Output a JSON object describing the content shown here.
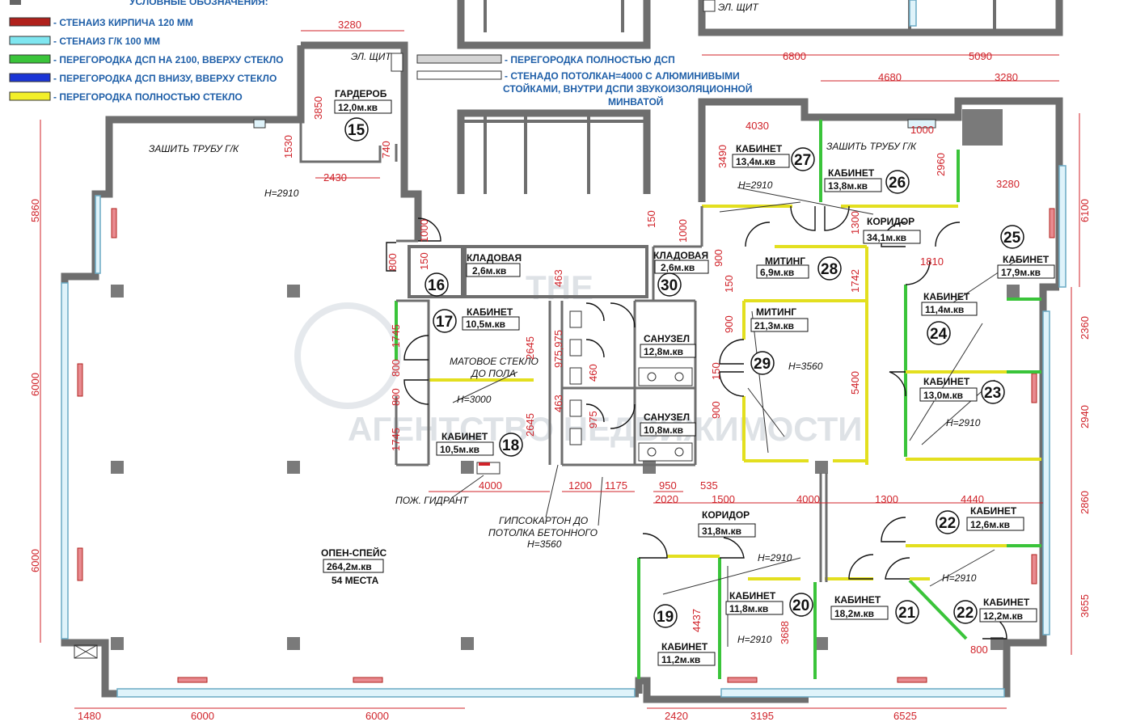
{
  "legend": {
    "title": "УСЛОВНЫЕ ОБОЗНАЧЕНИЯ:",
    "items": [
      {
        "label": "- СТЕНАИЗ КИРПИЧА 120 ММ",
        "color": "#b0211c"
      },
      {
        "label": "- СТЕНАИЗ Г/К 100 ММ",
        "color": "#7fe6f0"
      },
      {
        "label": "- ПЕРЕГОРОДКА ДСП НА 2100, ВВЕРХУ СТЕКЛО",
        "color": "#3ac43a"
      },
      {
        "label": "- ПЕРЕГОРОДКА ДСП ВНИЗУ, ВВЕРХУ СТЕКЛО",
        "color": "#1b35d6"
      },
      {
        "label": "- ПЕРЕГОРОДКА ПОЛНОСТЬЮ СТЕКЛО",
        "color": "#f2ef2a"
      }
    ],
    "items2": [
      {
        "label": "- ПЕРЕГОРОДКА ПОЛНОСТЬЮ ДСП",
        "color": "#d4d4d4"
      },
      {
        "label": "- СТЕНАДО ПОТОЛКАН=4000 С АЛЮМИНИВЫМИ",
        "color": "#ffffff"
      },
      {
        "label": "СТОЙКАМИ, ВНУТРИ ДСПИ ЗВУКОИЗОЛЯЦИОННОЙ",
        "color": ""
      },
      {
        "label": "МИНВАТОЙ",
        "color": ""
      }
    ]
  },
  "rooms": [
    {
      "id": "r15",
      "name": "ГАРДЕРОБ",
      "area": "12,0м.кв",
      "num": "15"
    },
    {
      "id": "r16",
      "name": "КЛАДОВАЯ",
      "area": "2,6м.кв",
      "num": "16"
    },
    {
      "id": "r30",
      "name": "КЛАДОВАЯ",
      "area": "2,6м.кв",
      "num": "30"
    },
    {
      "id": "r17",
      "name": "КАБИНЕТ",
      "area": "10,5м.кв",
      "num": "17"
    },
    {
      "id": "r18",
      "name": "КАБИНЕТ",
      "area": "10,5м.кв",
      "num": "18"
    },
    {
      "id": "wc1",
      "name": "САНУЗЕЛ",
      "area": "12,8м.кв",
      "num": ""
    },
    {
      "id": "wc2",
      "name": "САНУЗЕЛ",
      "area": "10,8м.кв",
      "num": ""
    },
    {
      "id": "r27",
      "name": "КАБИНЕТ",
      "area": "13,4м.кв",
      "num": "27"
    },
    {
      "id": "r26",
      "name": "КАБИНЕТ",
      "area": "13,8м.кв",
      "num": "26"
    },
    {
      "id": "cor1",
      "name": "КОРИДОР",
      "area": "34,1м.кв",
      "num": ""
    },
    {
      "id": "r25",
      "name": "КАБИНЕТ",
      "area": "17,9м.кв",
      "num": "25"
    },
    {
      "id": "r28",
      "name": "МИТИНГ",
      "area": "6,9м.кв",
      "num": "28"
    },
    {
      "id": "r29",
      "name": "МИТИНГ",
      "area": "21,3м.кв",
      "num": "29"
    },
    {
      "id": "r24",
      "name": "КАБИНЕТ",
      "area": "11,4м.кв",
      "num": "24"
    },
    {
      "id": "r23",
      "name": "КАБИНЕТ",
      "area": "13,0м.кв",
      "num": "23"
    },
    {
      "id": "r22a",
      "name": "КАБИНЕТ",
      "area": "12,6м.кв",
      "num": "22"
    },
    {
      "id": "r22b",
      "name": "КАБИНЕТ",
      "area": "12,2м.кв",
      "num": "22"
    },
    {
      "id": "r21",
      "name": "КАБИНЕТ",
      "area": "18,2м.кв",
      "num": "21"
    },
    {
      "id": "r20",
      "name": "КАБИНЕТ",
      "area": "11,8м.кв",
      "num": "20"
    },
    {
      "id": "r19",
      "name": "КАБИНЕТ",
      "area": "11,2м.кв",
      "num": "19"
    },
    {
      "id": "cor2",
      "name": "КОРИДОР",
      "area": "31,8м.кв",
      "num": ""
    },
    {
      "id": "open",
      "name": "ОПЕН-СПЕЙС",
      "area": "264,2м.кв",
      "num": "",
      "extra": "54 МЕСТА"
    }
  ],
  "notes": {
    "el_shield_left": "ЭЛ. ЩИТ",
    "el_shield_top": "ЭЛ. ЩИТ",
    "pipe_left": "ЗАШИТЬ ТРУБУ Г/К",
    "pipe_right": "ЗАШИТЬ ТРУБУ Г/К",
    "h2910_a": "Н=2910",
    "h2910_b": "Н=2910",
    "h2910_c": "Н=2910",
    "h2910_d": "Н=2910",
    "h2910_e": "Н=2910",
    "h2910_f": "Н=2910",
    "h3000": "Н=3000",
    "h3560_a": "Н=3560",
    "h3560_b": "Н=3560",
    "frosted": "МАТОВОЕ СТЕКЛО",
    "to_floor": "ДО ПОЛА",
    "hydrant": "ПОЖ. ГИДРАНТ",
    "gypsum1": "ГИПСОКАРТОН ДО",
    "gypsum2": "ПОТОЛКА БЕТОННОГО"
  },
  "dimensions": {
    "d3280a": "3280",
    "d6800": "6800",
    "d5090": "5090",
    "d4680": "4680",
    "d3280b": "3280",
    "d4030": "4030",
    "d3850": "3850",
    "d1530": "1530",
    "d740": "740",
    "d2430": "2430",
    "d5860": "5860",
    "d6000l1": "6000",
    "d6000l2": "6000",
    "d3490": "3490",
    "d2960": "2960",
    "d3280c": "3280",
    "d6100": "6100",
    "d1000a": "1000",
    "d1000b": "1000",
    "d1000c": "1000",
    "d150a": "150",
    "d150b": "150",
    "d800a": "800",
    "d463a": "463",
    "d900a": "900",
    "d150c": "150",
    "d1742": "1742",
    "d1300a": "1300",
    "d1810": "1810",
    "d2360": "2360",
    "d1745a": "1745",
    "d800b": "800",
    "d800c": "800",
    "d1745b": "1745",
    "d2645a": "2645",
    "d2645b": "2645",
    "d975a": "975,975",
    "d463b": "463",
    "d460": "460",
    "d975b": "975",
    "d900b": "900",
    "d150d": "150",
    "d900c": "900",
    "d5400": "5400",
    "d2940": "2940",
    "d4000a": "4000",
    "d1200": "1200",
    "d1175": "1175",
    "d950": "950",
    "d535": "535",
    "d2020": "2020",
    "d1500": "1500",
    "d4000b": "4000",
    "d1300b": "1300",
    "d4440": "4440",
    "d2860": "2860",
    "d4437": "4437",
    "d3688": "3688",
    "d800d": "800",
    "d3655": "3655",
    "d1480": "1480",
    "d6000b1": "6000",
    "d6000b2": "6000",
    "d2420": "2420",
    "d3195": "3195",
    "d6525": "6525"
  },
  "watermark": {
    "line1": "THE",
    "line2": "АГЕНТСТВО НЕДВИЖИМОСТИ"
  }
}
